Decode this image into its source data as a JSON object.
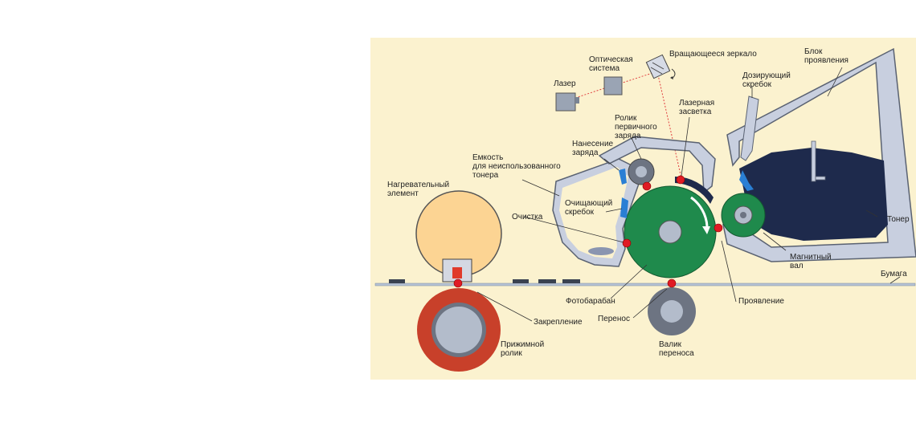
{
  "colors": {
    "panel": "#fbf2cf",
    "drum": "#1f8a4c",
    "heater": "#fcd493",
    "pressure_roller": "#c8402a",
    "toner": "#1e2a4c",
    "housing": "#c8cfdf",
    "contact_point": "#e01b24",
    "laser_beam": "#e04040"
  },
  "labels": {
    "rotating_mirror": "Вращающееся зеркало",
    "optical_system": "Оптическая\nсистема",
    "laser": "Лазер",
    "developer_unit": "Блок\nпроявления",
    "metering_blade": "Дозирующий\nскребок",
    "primary_charge_roller": "Ролик\nпервичного\nзаряда",
    "laser_exposure": "Лазерная\nзасветка",
    "charging": "Нанесение\nзаряда",
    "waste_toner_container": "Емкость\nдля неиспользованного\nтонера",
    "cleaning_blade": "Очищающий\nскребок",
    "heating_element": "Нагревательный\nэлемент",
    "cleaning": "Очистка",
    "toner": "Тонер",
    "magnetic_roller": "Магнитный\nвал",
    "paper": "Бумага",
    "photodrum": "Фотобарабан",
    "development": "Проявление",
    "fusing": "Закрепление",
    "transfer": "Перенос",
    "pressure_roller": "Прижимной\nролик",
    "transfer_roller": "Валик\nпереноса"
  }
}
